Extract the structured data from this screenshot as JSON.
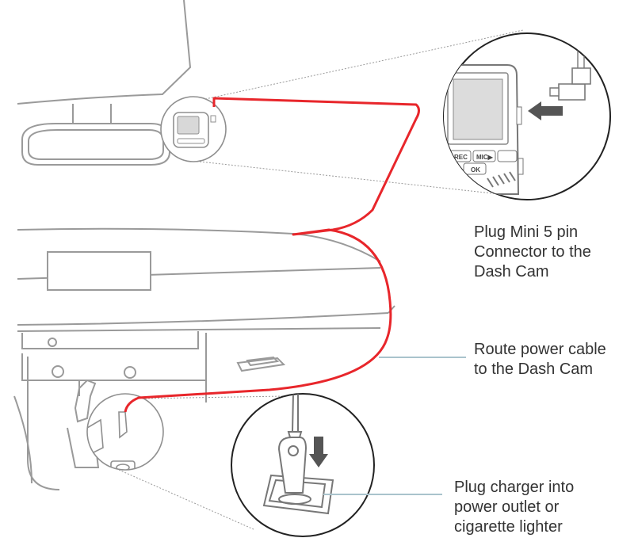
{
  "labels": {
    "plug_mini": [
      "Plug Mini 5 pin",
      "Connector to the",
      "Dash Cam"
    ],
    "route_cable": [
      "Route power cable",
      "to the Dash Cam"
    ],
    "plug_charger": [
      "Plug charger into",
      "power outlet or",
      "cigarette lighter"
    ]
  },
  "camera_buttons": {
    "rec": "REC",
    "mic": "MIC▶",
    "ok": "OK"
  },
  "colors": {
    "cable": "#e8262b",
    "line_art": "#9a9a9a",
    "callout_line": "#a9c3cc",
    "arrow": "#555555",
    "text": "#333333"
  }
}
